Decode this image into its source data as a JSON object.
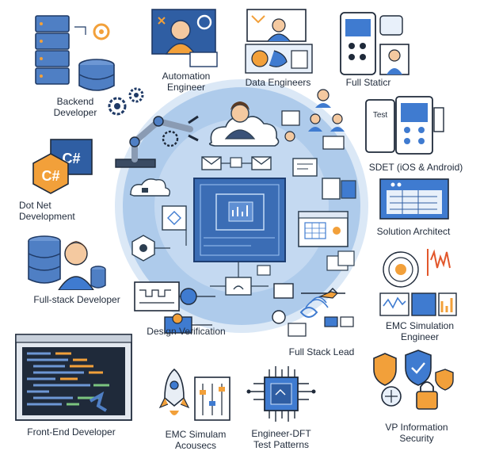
{
  "roles": {
    "backend": [
      "Backend",
      "Developer"
    ],
    "automation": [
      "Automation",
      "Engineer"
    ],
    "data": "Data Engineers",
    "full_static": "Full Staticr",
    "dotnet": [
      "Dot Net",
      "Development"
    ],
    "sdet": "SDET (iOS & Android)",
    "solution_architect": "Solution Architect",
    "fullstack_dev": "Full-stack Developer",
    "emc_sim_eng": [
      "EMC Simulation",
      "Engineer"
    ],
    "design_verification": "Design Verification",
    "full_stack_lead": "Full Stack Lead",
    "frontend": "Front-End Developer",
    "emc_sim_bottom": [
      "EMC Simulam",
      "Acousecs"
    ],
    "engineer_dft": [
      "Engineer-DFT",
      "Test Patterns"
    ],
    "vp_security": [
      "VP Information",
      "Security"
    ]
  },
  "icons": {
    "csharp_badge": "C#",
    "sdet_phone_title": "Test"
  },
  "colors": {
    "circle_outer": "#c9dcf1",
    "circle_inner": "#a9c6e8",
    "accent_blue": "#3f7bd0",
    "accent_orange": "#f2a03a",
    "ink": "#1f2a3a"
  }
}
